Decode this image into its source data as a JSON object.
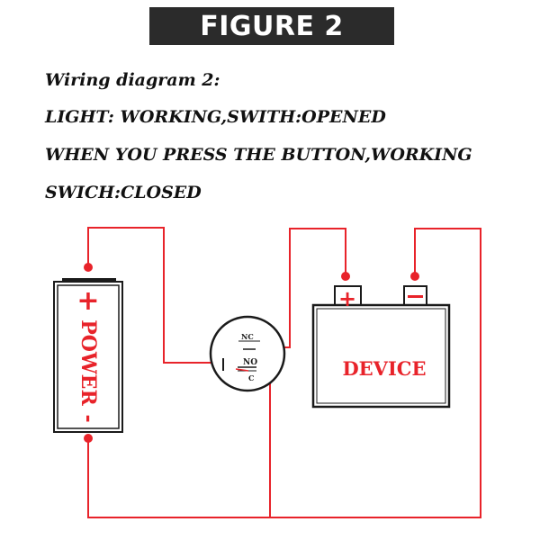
{
  "figure_title": "FIGURE 2",
  "lines": [
    "Wiring diagram 2:",
    "LIGHT: WORKING,SWITH:OPENED",
    "WHEN YOU PRESS THE BUTTON,WORKING",
    "SWICH:CLOSED"
  ],
  "diagram": {
    "power": {
      "plus": "+",
      "label": "POWER",
      "minus": "-"
    },
    "switch": {
      "nc": "NC",
      "no": "NO",
      "c": "C"
    },
    "device": {
      "label": "DEVICE",
      "plus": "+",
      "minus": "-"
    }
  },
  "colors": {
    "wire": "#e8232a",
    "outline": "#1a1a1a",
    "banner": "#2b2b2b"
  }
}
